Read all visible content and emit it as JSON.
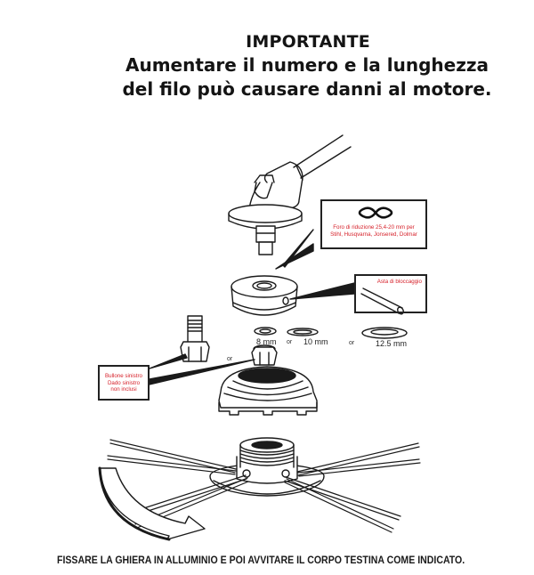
{
  "header": {
    "title": "IMPORTANTE",
    "line1": "Aumentare il numero e la lunghezza",
    "line2": "del filo può causare danni al motore."
  },
  "callouts": {
    "reducer": {
      "icon": "figure-eight-reducer-icon",
      "line1": "Foro di riduzione 25,4-20 mm per",
      "line2": "Stihl, Husqvarna, Jonsered, Dolmar"
    },
    "rod": {
      "label": "Asta di bloccaggio",
      "icon": "locking-rod-icon"
    },
    "bolt": {
      "line1": "Bullone sinistro",
      "line2": "Dado sinistro",
      "line3": "non inclusi"
    }
  },
  "washers": {
    "sizes": [
      "8 mm",
      "10 mm",
      "12.5 mm"
    ],
    "separator": "or"
  },
  "bolt_or_nut_separator": "or",
  "footer": {
    "instruction": "FISSARE LA GHIERA IN ALLUMINIO  E POI AVVITARE IL CORPO TESTINA COME INDICATO."
  },
  "colors": {
    "callout_text": "#d6212a",
    "line_art": "#1a1a1a",
    "background": "#ffffff"
  }
}
